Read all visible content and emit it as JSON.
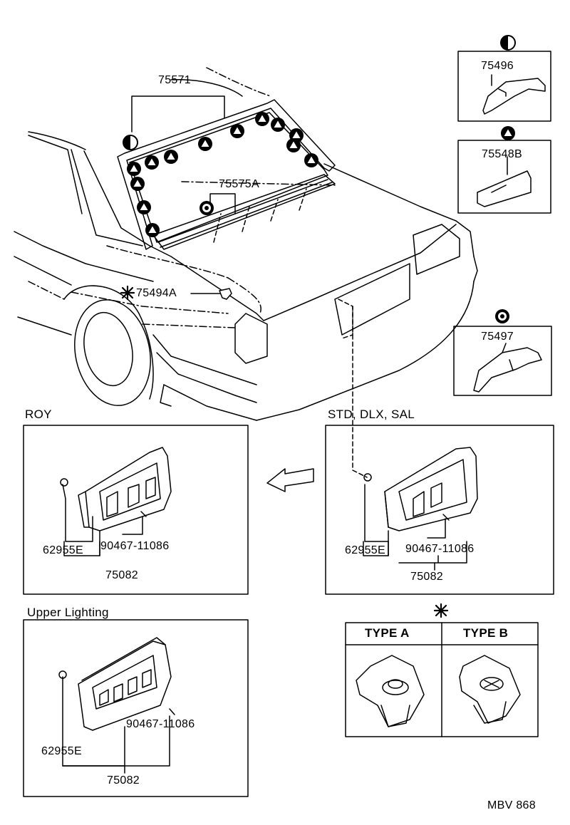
{
  "labels": {
    "weatherstrip": "75571",
    "molding_center": "75575A",
    "clip": "75494A",
    "inset_upper": "75496",
    "inset_middle": "75548B",
    "inset_lower": "75497",
    "roy_title": "ROY",
    "std_title": "STD, DLX, SAL",
    "upper_title": "Upper Lighting",
    "roy_part_a": "62955E",
    "roy_part_b": "90467-11086",
    "roy_part_c": "75082",
    "std_part_a": "62955E",
    "std_part_b": "90467-11086",
    "std_part_c": "75082",
    "upper_part_a": "62955E",
    "upper_part_b": "90467-11086",
    "upper_part_c": "75082",
    "type_a": "TYPE A",
    "type_b": "TYPE B",
    "code": "MBV 868"
  },
  "symbols": {
    "half_circle": "half-filled-circle-icon",
    "triangle_circle": "triangle-in-circle-icon",
    "ring_circle": "ring-in-circle-icon",
    "asterisk": "asterisk-icon"
  }
}
